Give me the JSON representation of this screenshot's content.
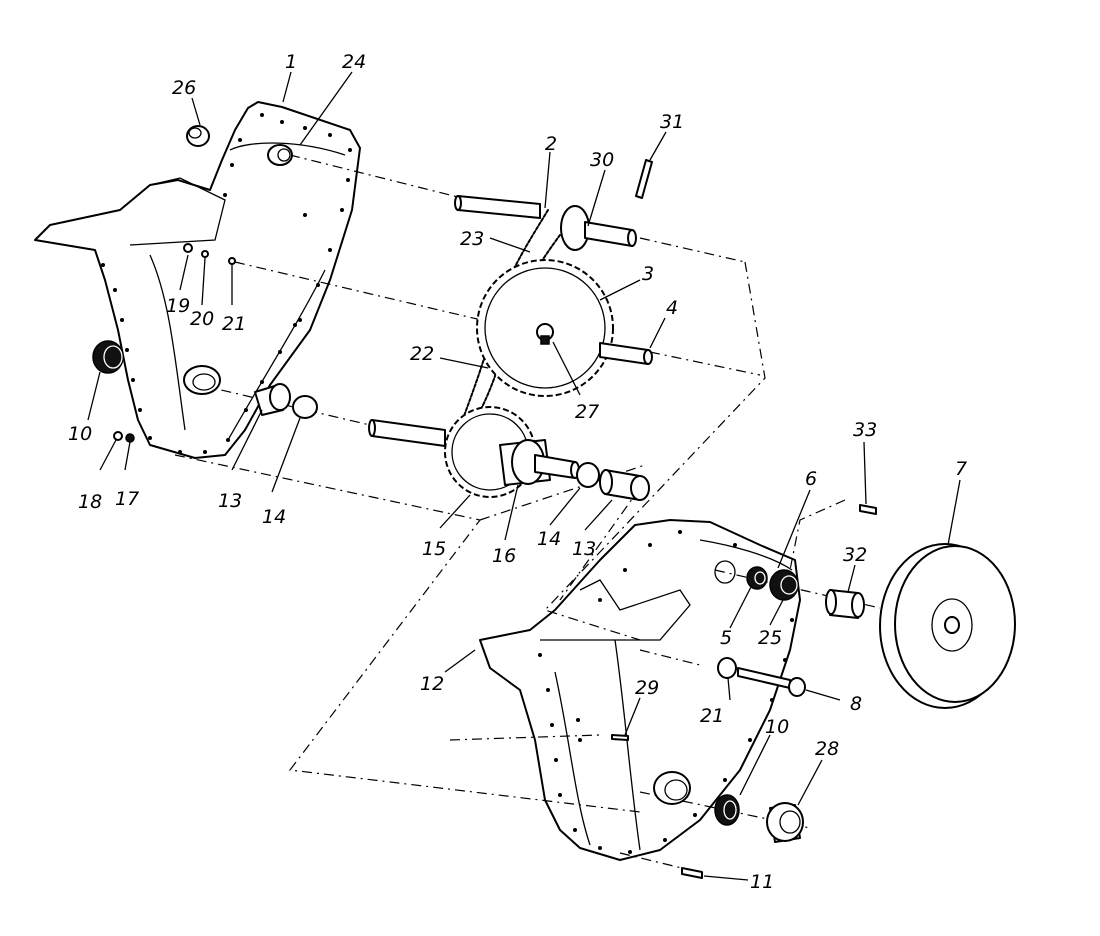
{
  "callouts": [
    {
      "id": "c1",
      "text": "1"
    },
    {
      "id": "c2",
      "text": "2"
    },
    {
      "id": "c3",
      "text": "3"
    },
    {
      "id": "c4",
      "text": "4"
    },
    {
      "id": "c5",
      "text": "5"
    },
    {
      "id": "c6",
      "text": "6"
    },
    {
      "id": "c7",
      "text": "7"
    },
    {
      "id": "c8",
      "text": "8"
    },
    {
      "id": "c10a",
      "text": "10"
    },
    {
      "id": "c10b",
      "text": "10"
    },
    {
      "id": "c11",
      "text": "11"
    },
    {
      "id": "c12",
      "text": "12"
    },
    {
      "id": "c13a",
      "text": "13"
    },
    {
      "id": "c13b",
      "text": "13"
    },
    {
      "id": "c14a",
      "text": "14"
    },
    {
      "id": "c14b",
      "text": "14"
    },
    {
      "id": "c15",
      "text": "15"
    },
    {
      "id": "c16",
      "text": "16"
    },
    {
      "id": "c17",
      "text": "17"
    },
    {
      "id": "c18",
      "text": "18"
    },
    {
      "id": "c19",
      "text": "19"
    },
    {
      "id": "c20",
      "text": "20"
    },
    {
      "id": "c21a",
      "text": "21"
    },
    {
      "id": "c21b",
      "text": "21"
    },
    {
      "id": "c22",
      "text": "22"
    },
    {
      "id": "c23",
      "text": "23"
    },
    {
      "id": "c24",
      "text": "24"
    },
    {
      "id": "c25",
      "text": "25"
    },
    {
      "id": "c26",
      "text": "26"
    },
    {
      "id": "c27",
      "text": "27"
    },
    {
      "id": "c28",
      "text": "28"
    },
    {
      "id": "c29",
      "text": "29"
    },
    {
      "id": "c30",
      "text": "30"
    },
    {
      "id": "c31",
      "text": "31"
    },
    {
      "id": "c32",
      "text": "32"
    },
    {
      "id": "c33",
      "text": "33"
    }
  ]
}
